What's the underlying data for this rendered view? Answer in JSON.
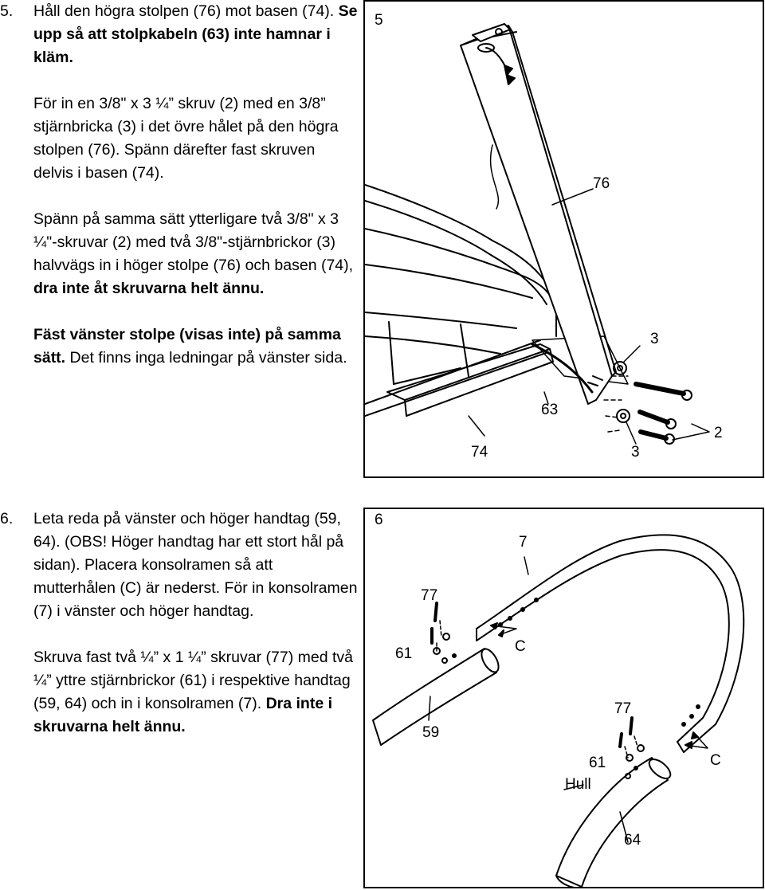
{
  "step5": {
    "number": "5.",
    "p1_a": "Håll den högra stolpen (76) mot basen (74). ",
    "p1_b": "Se upp så att stolpkabeln (63) inte hamnar i kläm.",
    "p2": "För in en 3/8\" x 3 ¼” skruv (2) med en 3/8” stjärnbricka (3) i det övre hålet på den högra stolpen (76). Spänn därefter fast skruven delvis i basen (74).",
    "p3_a": "Spänn på samma sätt ytterligare två 3/8\" x 3 ¼\"-skruvar (2) med två 3/8\"-stjärnbrickor (3) halvvägs in i höger stolpe (76) och basen (74), ",
    "p3_b": "dra inte åt skruvarna helt ännu.",
    "p4_a": "Fäst vänster stolpe (visas inte) på samma sätt.",
    "p4_b": " Det finns inga ledningar på vänster sida."
  },
  "step6": {
    "number": "6.",
    "p1": "Leta reda på vänster och höger handtag (59, 64). (OBS! Höger handtag har ett stort hål på sidan). Placera konsolramen så att mutterhålen (C) är nederst. För in konsolramen (7) i vänster och höger handtag.",
    "p2_a": "Skruva fast två ¼” x 1 ¼” skruvar (77) med två ¼” yttre stjärnbrickor (61) i respektive handtag (59, 64) och in i konsolramen (7). ",
    "p2_b": "Dra inte i skruvarna helt ännu."
  },
  "figure5": {
    "step_label": "5",
    "labels": {
      "upright": "76",
      "base": "74",
      "cable": "63",
      "washer_top": "3",
      "washer_bottom": "3",
      "bolts": "2"
    }
  },
  "figure6": {
    "step_label": "6",
    "labels": {
      "console_frame": "7",
      "bolt_left": "77",
      "washer_left": "61",
      "handlebar_left": "59",
      "holes_left": "C",
      "bolt_right": "77",
      "washer_right": "61",
      "hole_note": "Hull",
      "holes_right": "C",
      "handlebar_right": "64"
    }
  }
}
